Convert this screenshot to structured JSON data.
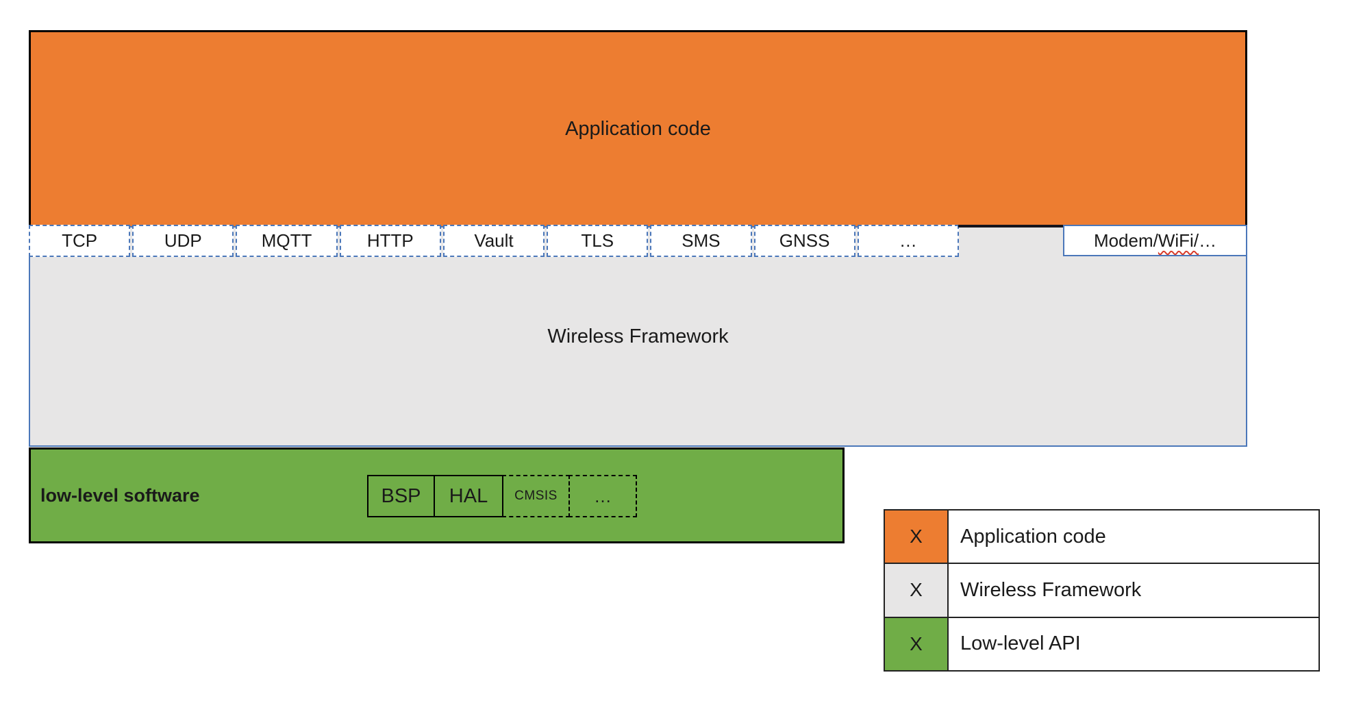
{
  "application_layer": {
    "label": "Application code",
    "color": "#ED7D31"
  },
  "api_row": {
    "items": [
      "TCP",
      "UDP",
      "MQTT",
      "HTTP",
      "Vault",
      "TLS",
      "SMS",
      "GNSS",
      "…"
    ],
    "modem_box": {
      "prefix": "Modem/",
      "underlined": "WiFi/",
      "suffix": "…"
    },
    "border_color": "#4472C4"
  },
  "framework_layer": {
    "label": "Wireless Framework",
    "color": "#E7E6E6"
  },
  "lowlevel_layer": {
    "label": "low-level software",
    "color": "#70AD47",
    "components_solid": [
      "BSP",
      "HAL"
    ],
    "components_dashed": [
      "CMSIS",
      "…"
    ]
  },
  "legend": {
    "rows": [
      {
        "marker": "X",
        "label": "Application code",
        "color": "#ED7D31"
      },
      {
        "marker": "X",
        "label": "Wireless Framework",
        "color": "#E7E6E6"
      },
      {
        "marker": "X",
        "label": "Low-level API",
        "color": "#70AD47"
      }
    ]
  }
}
